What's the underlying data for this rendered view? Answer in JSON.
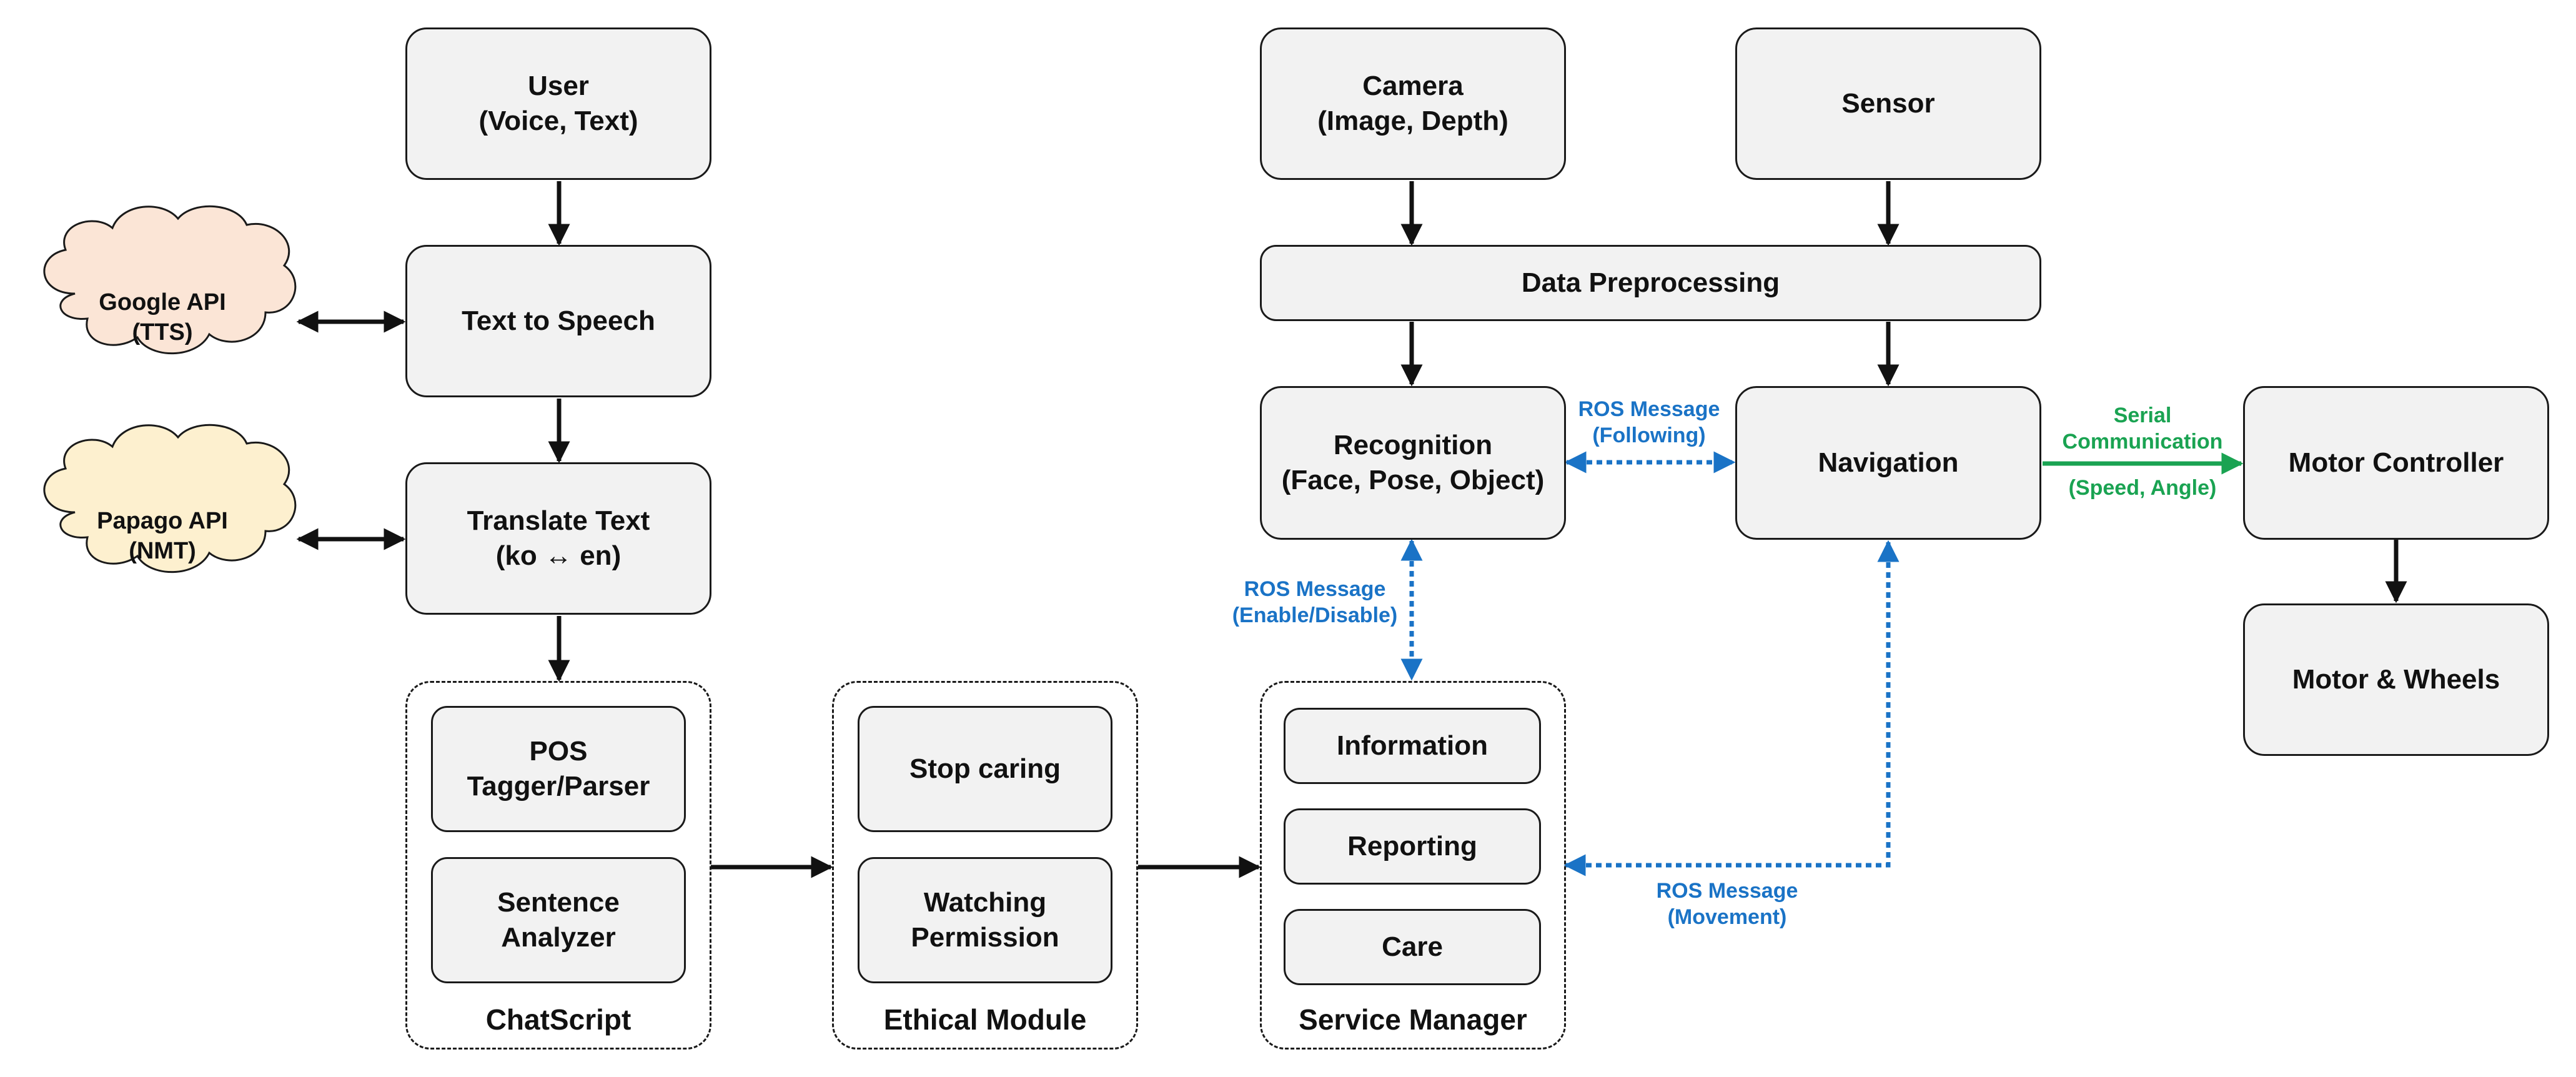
{
  "colors": {
    "blue": "#1a73c6",
    "green": "#1aa352",
    "black": "#111111",
    "box_fill": "#f2f2f2",
    "cloud_fill": "#fbe5d6",
    "cloud2_fill": "#fdf0cf"
  },
  "boxes": {
    "user": [
      "User",
      "(Voice, Text)"
    ],
    "tts": [
      "Text to Speech"
    ],
    "translate": [
      "Translate Text",
      "(ko ↔ en)"
    ],
    "camera": [
      "Camera",
      "(Image, Depth)"
    ],
    "sensor": [
      "Sensor"
    ],
    "preprocessing": [
      "Data Preprocessing"
    ],
    "recognition": [
      "Recognition",
      "(Face, Pose, Object)"
    ],
    "navigation": [
      "Navigation"
    ],
    "motor_controller": [
      "Motor Controller"
    ],
    "motor_wheels": [
      "Motor & Wheels"
    ]
  },
  "clouds": {
    "google": [
      "Google API",
      "(TTS)"
    ],
    "papago": [
      "Papago API",
      "(NMT)"
    ]
  },
  "groups": {
    "chatscript": {
      "label": "ChatScript",
      "items": [
        [
          "POS",
          "Tagger/Parser"
        ],
        [
          "Sentence",
          "Analyzer"
        ]
      ]
    },
    "ethical": {
      "label": "Ethical Module",
      "items": [
        [
          "Stop caring"
        ],
        [
          "Watching",
          "Permission"
        ]
      ]
    },
    "service": {
      "label": "Service Manager",
      "items": [
        [
          "Information"
        ],
        [
          "Reporting"
        ],
        [
          "Care"
        ]
      ]
    }
  },
  "messages": {
    "following": [
      "ROS Message",
      "(Following)"
    ],
    "enable": [
      "ROS Message",
      "(Enable/Disable)"
    ],
    "movement": [
      "ROS Message",
      "(Movement)"
    ],
    "serial": [
      "Serial",
      "Communication"
    ],
    "speed": [
      "(Speed, Angle)"
    ]
  }
}
